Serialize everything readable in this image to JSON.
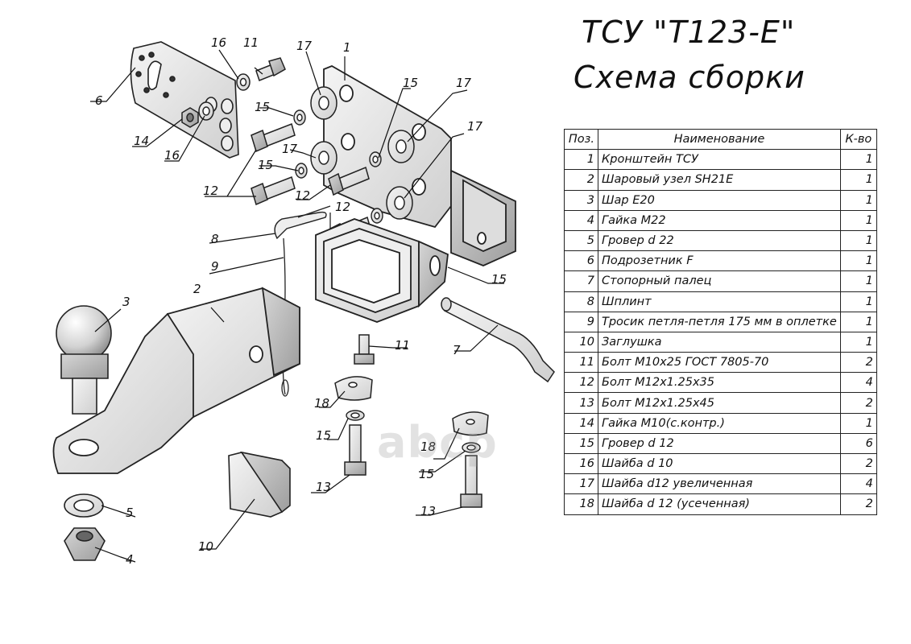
{
  "title": {
    "line1": "ТСУ \"Т123-Е\"",
    "line2": "Схема сборки"
  },
  "table": {
    "headers": {
      "pos": "Поз.",
      "name": "Наименование",
      "qty": "К-во"
    },
    "rows": [
      {
        "pos": "1",
        "name": "Кронштейн ТСУ",
        "qty": "1"
      },
      {
        "pos": "2",
        "name": "Шаровый узел SH21E",
        "qty": "1"
      },
      {
        "pos": "3",
        "name": "Шар Е20",
        "qty": "1"
      },
      {
        "pos": "4",
        "name": "Гайка М22",
        "qty": "1"
      },
      {
        "pos": "5",
        "name": "Гровер d 22",
        "qty": "1"
      },
      {
        "pos": "6",
        "name": "Подрозетник F",
        "qty": "1"
      },
      {
        "pos": "7",
        "name": "Стопорный палец",
        "qty": "1"
      },
      {
        "pos": "8",
        "name": "Шплинт",
        "qty": "1"
      },
      {
        "pos": "9",
        "name": "Тросик петля-петля 175 мм в оплетке",
        "qty": "1"
      },
      {
        "pos": "10",
        "name": "Заглушка",
        "qty": "1"
      },
      {
        "pos": "11",
        "name": "Болт М10х25 ГОСТ 7805-70",
        "qty": "2"
      },
      {
        "pos": "12",
        "name": "Болт М12х1.25х35",
        "qty": "4"
      },
      {
        "pos": "13",
        "name": "Болт М12х1.25х45",
        "qty": "2"
      },
      {
        "pos": "14",
        "name": "Гайка М10(с.контр.)",
        "qty": "1"
      },
      {
        "pos": "15",
        "name": "Гровер d 12",
        "qty": "6"
      },
      {
        "pos": "16",
        "name": "Шайба d 10",
        "qty": "2"
      },
      {
        "pos": "17",
        "name": "Шайба d12 увеличенная",
        "qty": "4"
      },
      {
        "pos": "18",
        "name": "Шайба d 12 (усеченная)",
        "qty": "2"
      }
    ]
  },
  "callouts": [
    {
      "id": "c1",
      "label": "1"
    },
    {
      "id": "c2",
      "label": "2"
    },
    {
      "id": "c3",
      "label": "3"
    },
    {
      "id": "c4",
      "label": "4"
    },
    {
      "id": "c5",
      "label": "5"
    },
    {
      "id": "c6",
      "label": "6"
    },
    {
      "id": "c7",
      "label": "7"
    },
    {
      "id": "c8",
      "label": "8"
    },
    {
      "id": "c9",
      "label": "9"
    },
    {
      "id": "c10",
      "label": "10"
    },
    {
      "id": "c11a",
      "label": "11"
    },
    {
      "id": "c11b",
      "label": "11"
    },
    {
      "id": "c12a",
      "label": "12"
    },
    {
      "id": "c12b",
      "label": "12"
    },
    {
      "id": "c12c",
      "label": "12"
    },
    {
      "id": "c13a",
      "label": "13"
    },
    {
      "id": "c13b",
      "label": "13"
    },
    {
      "id": "c14",
      "label": "14"
    },
    {
      "id": "c15a",
      "label": "15"
    },
    {
      "id": "c15b",
      "label": "15"
    },
    {
      "id": "c15c",
      "label": "15"
    },
    {
      "id": "c15d",
      "label": "15"
    },
    {
      "id": "c15e",
      "label": "15"
    },
    {
      "id": "c15f",
      "label": "15"
    },
    {
      "id": "c16a",
      "label": "16"
    },
    {
      "id": "c16b",
      "label": "16"
    },
    {
      "id": "c17a",
      "label": "17"
    },
    {
      "id": "c17b",
      "label": "17"
    },
    {
      "id": "c17c",
      "label": "17"
    },
    {
      "id": "c17d",
      "label": "17"
    },
    {
      "id": "c18a",
      "label": "18"
    },
    {
      "id": "c18b",
      "label": "18"
    }
  ],
  "watermark": "abcp"
}
